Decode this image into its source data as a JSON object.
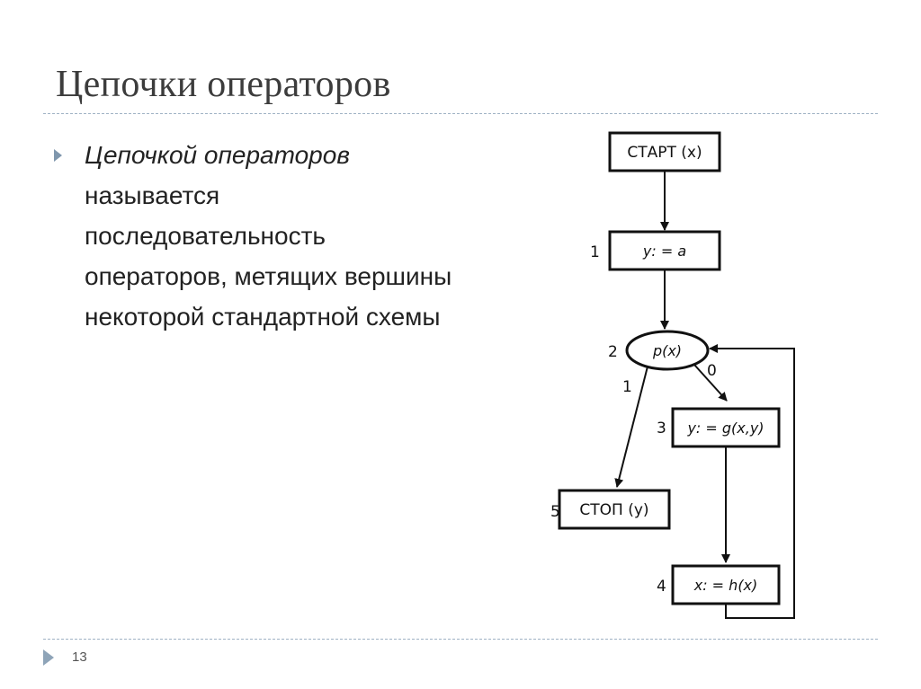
{
  "slide": {
    "title": "Цепочки операторов",
    "bullet": {
      "emphasis": "Цепочкой операторов",
      "rest": " называется последовательность операторов, метящих вершины некоторой стандартной схемы"
    },
    "page_number": "13"
  },
  "diagram": {
    "nodes": {
      "start": {
        "label": "СТАРТ (x)"
      },
      "n1": {
        "num": "1",
        "label": "y: = a"
      },
      "n2": {
        "num": "2",
        "label": "p(x)"
      },
      "n3": {
        "num": "3",
        "label": "y: = g(x,y)"
      },
      "n4": {
        "num": "4",
        "label": "x: = h(x)"
      },
      "n5": {
        "num": "5",
        "label": "СТОП (y)"
      }
    },
    "edges": {
      "true_label": "1",
      "false_label": "0"
    }
  },
  "colors": {
    "title": "#3c3c3c",
    "rule": "#9fb2c4",
    "bullet": "#7f97ad",
    "ink": "#111111"
  }
}
